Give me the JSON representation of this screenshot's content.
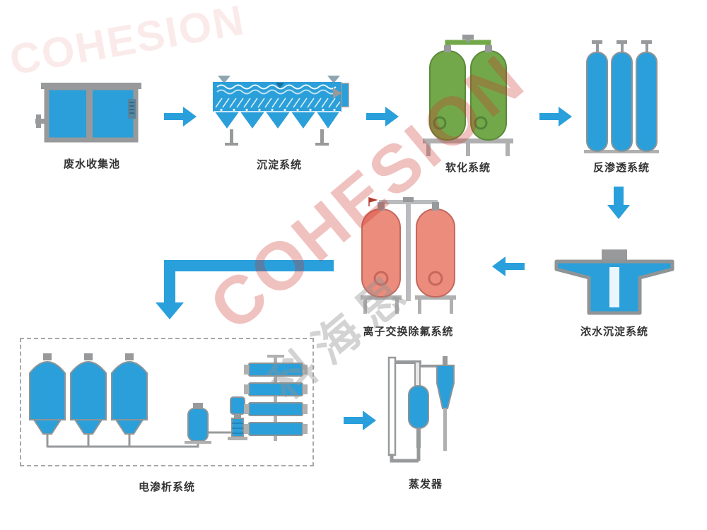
{
  "watermark": {
    "brand": "COHESION",
    "brand_cn": "科海思"
  },
  "nodes": [
    {
      "id": "collection-tank",
      "label": "废水收集池"
    },
    {
      "id": "sedimentation",
      "label": "沉淀系统"
    },
    {
      "id": "softening",
      "label": "软化系统"
    },
    {
      "id": "reverse-osmosis",
      "label": "反渗透系统"
    },
    {
      "id": "ion-exchange-fluoride",
      "label": "离子交换除氟系统"
    },
    {
      "id": "concentrate-sedimentation",
      "label": "浓水沉淀系统"
    },
    {
      "id": "electrodialysis",
      "label": "电渗析系统"
    },
    {
      "id": "evaporator",
      "label": "蒸发器"
    }
  ],
  "flow": [
    "废水收集池 → 沉淀系统",
    "沉淀系统 → 软化系统",
    "软化系统 → 反渗透系统",
    "反渗透系统 → 浓水沉淀系统",
    "浓水沉淀系统 → 离子交换除氟系统",
    "离子交换除氟系统 → 电渗析系统",
    "电渗析系统 → 蒸发器"
  ],
  "colors": {
    "equipment_blue": "#2B9FD9",
    "tank_green": "#73A84A",
    "tank_red": "#EC8C7D",
    "arrow_blue": "#29A0DC",
    "outline_gray": "#97999B",
    "label_text": "#333333",
    "watermark_red": "#CB342A"
  }
}
